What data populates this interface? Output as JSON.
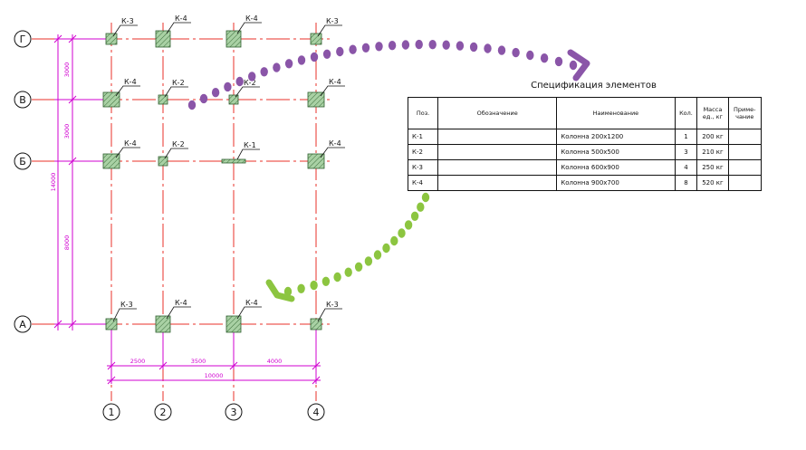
{
  "axes": {
    "letters": [
      "А",
      "Б",
      "В",
      "Г"
    ],
    "numbers": [
      "1",
      "2",
      "3",
      "4"
    ]
  },
  "dimensions": {
    "vertical": [
      "3000",
      "3000",
      "8000"
    ],
    "vertical_total": "14000",
    "horizontal": [
      "2500",
      "3500",
      "4000"
    ],
    "horizontal_total": "10000"
  },
  "columns": {
    "row_g": [
      "К-3",
      "К-4",
      "К-4",
      "К-3"
    ],
    "row_v": [
      "К-4",
      "К-2",
      "К-2",
      "К-4"
    ],
    "row_b": [
      "К-4",
      "К-2",
      "К-1",
      "К-4"
    ],
    "row_a": [
      "К-3",
      "К-4",
      "К-4",
      "К-3"
    ]
  },
  "spec": {
    "title": "Спецификация элементов",
    "headers": {
      "pos": "Поз.",
      "designation": "Обозначение",
      "name": "Наименование",
      "qty": "Кол.",
      "mass": "Масса ед., кг",
      "note": "Приме- чание"
    },
    "rows": [
      {
        "pos": "К-1",
        "designation": "",
        "name": "Колонна 200х1200",
        "qty": "1",
        "mass": "200 кг",
        "note": ""
      },
      {
        "pos": "К-2",
        "designation": "",
        "name": "Колонна 500х500",
        "qty": "3",
        "mass": "210 кг",
        "note": ""
      },
      {
        "pos": "К-3",
        "designation": "",
        "name": "Колонна 600х900",
        "qty": "4",
        "mass": "250 кг",
        "note": ""
      },
      {
        "pos": "К-4",
        "designation": "",
        "name": "Колонна 900х700",
        "qty": "8",
        "mass": "520 кг",
        "note": ""
      }
    ]
  },
  "colors": {
    "grid": "#e8302a",
    "dimension": "#d100d1",
    "column_fill": "#9ec79a",
    "arrow_purple": "#8a55a8",
    "arrow_green": "#8cc540"
  }
}
